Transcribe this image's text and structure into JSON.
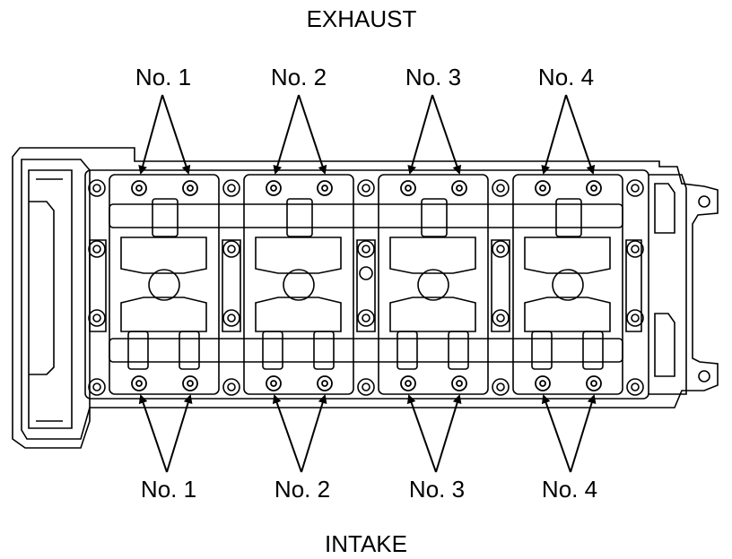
{
  "labels": {
    "exhaust": "EXHAUST",
    "intake": "INTAKE"
  },
  "exhaust_cylinders": [
    "No. 1",
    "No. 2",
    "No. 3",
    "No. 4"
  ],
  "intake_cylinders": [
    "No. 1",
    "No. 2",
    "No. 3",
    "No. 4"
  ],
  "colors": {
    "ink": "#000000",
    "paper": "#ffffff"
  }
}
